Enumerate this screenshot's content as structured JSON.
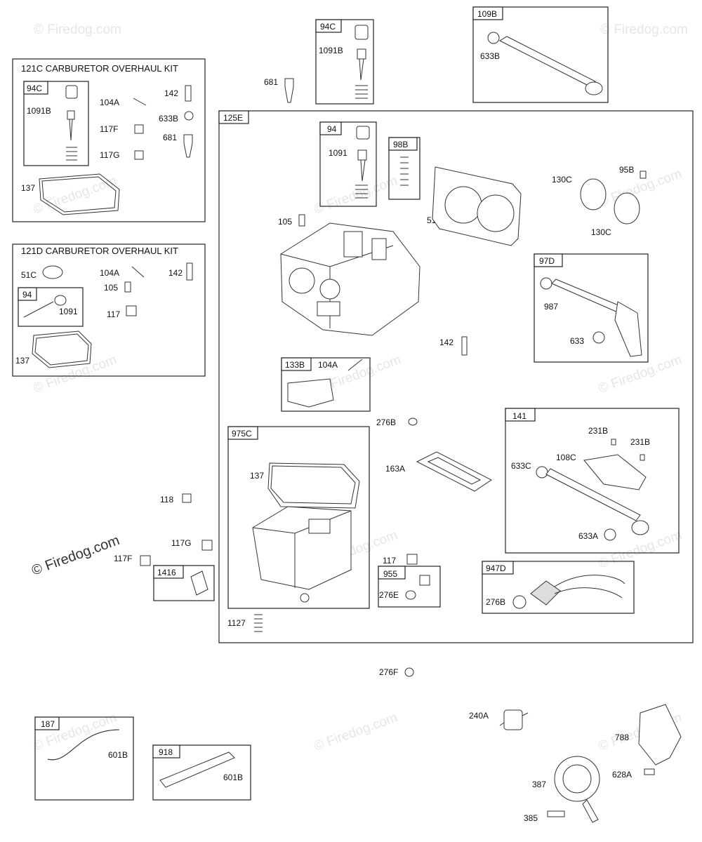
{
  "watermark": "© Firedog.com",
  "kits": {
    "k121c": "121C CARBURETOR OVERHAUL KIT",
    "k121d": "121D CARBURETOR OVERHAUL KIT"
  },
  "labels": {
    "94C_a": "94C",
    "1091B_a": "1091B",
    "104A_a": "104A",
    "142_a": "142",
    "117F_a": "117F",
    "633B_a": "633B",
    "117G_a": "117G",
    "681_a": "681",
    "137_a": "137",
    "51C": "51C",
    "104A_b": "104A",
    "142_b": "142",
    "94_b": "94",
    "105_b": "105",
    "1091_b": "1091",
    "117_b": "117",
    "137_b": "137",
    "94C_b": "94C",
    "1091B_b": "1091B",
    "681_b": "681",
    "109B": "109B",
    "633B_b": "633B",
    "125E": "125E",
    "94_c": "94",
    "1091_c": "1091",
    "98B": "98B",
    "51A": "51A",
    "105_c": "105",
    "130C_1": "130C",
    "95B": "95B",
    "130C_2": "130C",
    "97D": "97D",
    "987": "987",
    "633_c": "633",
    "142_c": "142",
    "133B": "133B",
    "104A_c": "104A",
    "276B_a": "276B",
    "975C": "975C",
    "137_c": "137",
    "163A": "163A",
    "141": "141",
    "231B_1": "231B",
    "231B_2": "231B",
    "108C": "108C",
    "633C": "633C",
    "633A": "633A",
    "117_c": "117",
    "955": "955",
    "276E": "276E",
    "947D": "947D",
    "276B_b": "276B",
    "1127": "1127",
    "118": "118",
    "117F_b": "117F",
    "117G_b": "117G",
    "1416": "1416",
    "276F": "276F",
    "187": "187",
    "601B_a": "601B",
    "918": "918",
    "601B_b": "601B",
    "240A": "240A",
    "788": "788",
    "628A": "628A",
    "387": "387",
    "385": "385"
  }
}
